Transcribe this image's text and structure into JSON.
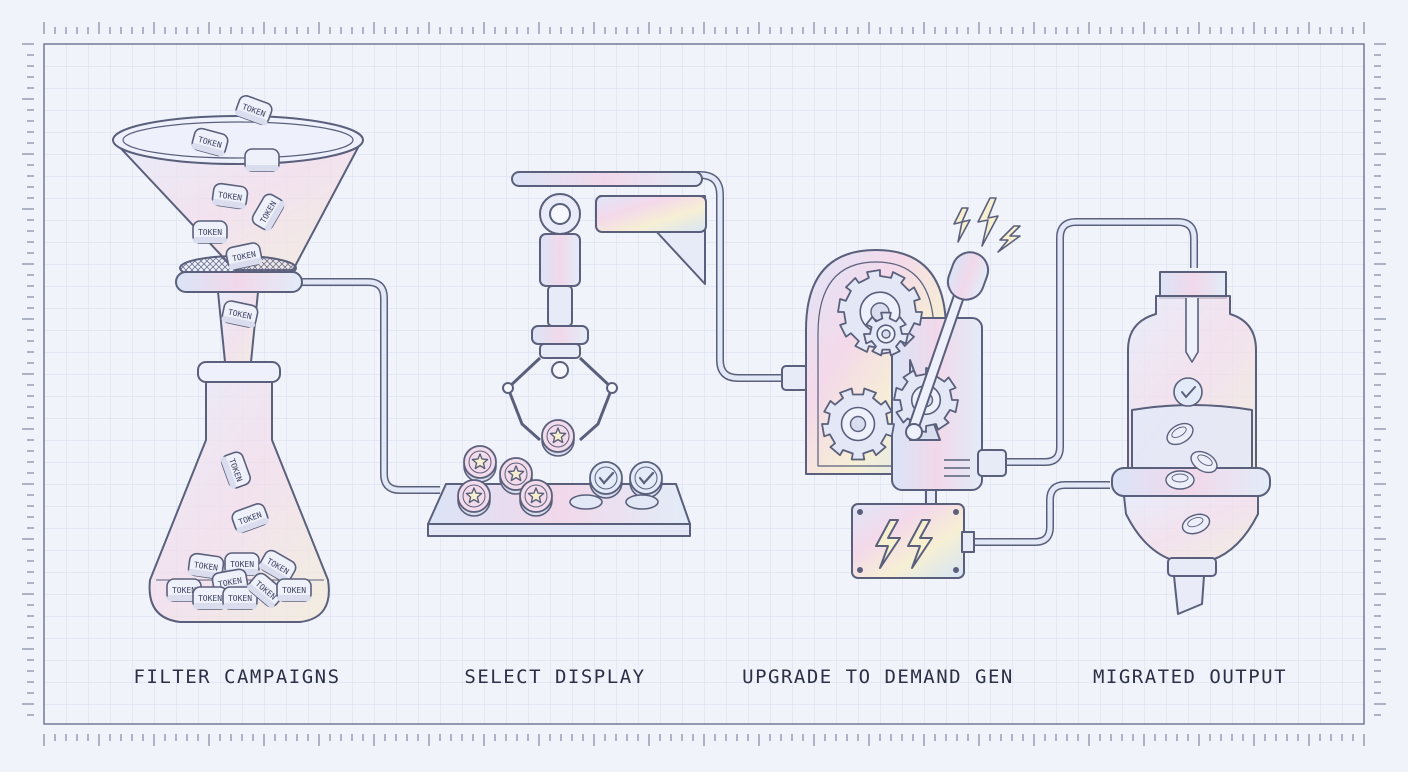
{
  "steps": [
    {
      "label": "FILTER CAMPAIGNS"
    },
    {
      "label": "SELECT DISPLAY"
    },
    {
      "label": "UPGRADE TO DEMAND GEN"
    },
    {
      "label": "MIGRATED OUTPUT"
    }
  ],
  "token_text": "TOKEN",
  "colors": {
    "background": "#f1f3fb",
    "grid": "#d7dcef",
    "line": "#5a607c",
    "text": "#2b3046",
    "pastel_pink": "#f4d5e6",
    "pastel_blue": "#d5e2f6",
    "pastel_yellow": "#f6edc9"
  },
  "icons": [
    "funnel-icon",
    "flask-icon",
    "robot-claw-icon",
    "star-token-icon",
    "check-token-icon",
    "gear-icon",
    "lever-icon",
    "lightning-icon",
    "power-box-icon",
    "jar-icon"
  ]
}
